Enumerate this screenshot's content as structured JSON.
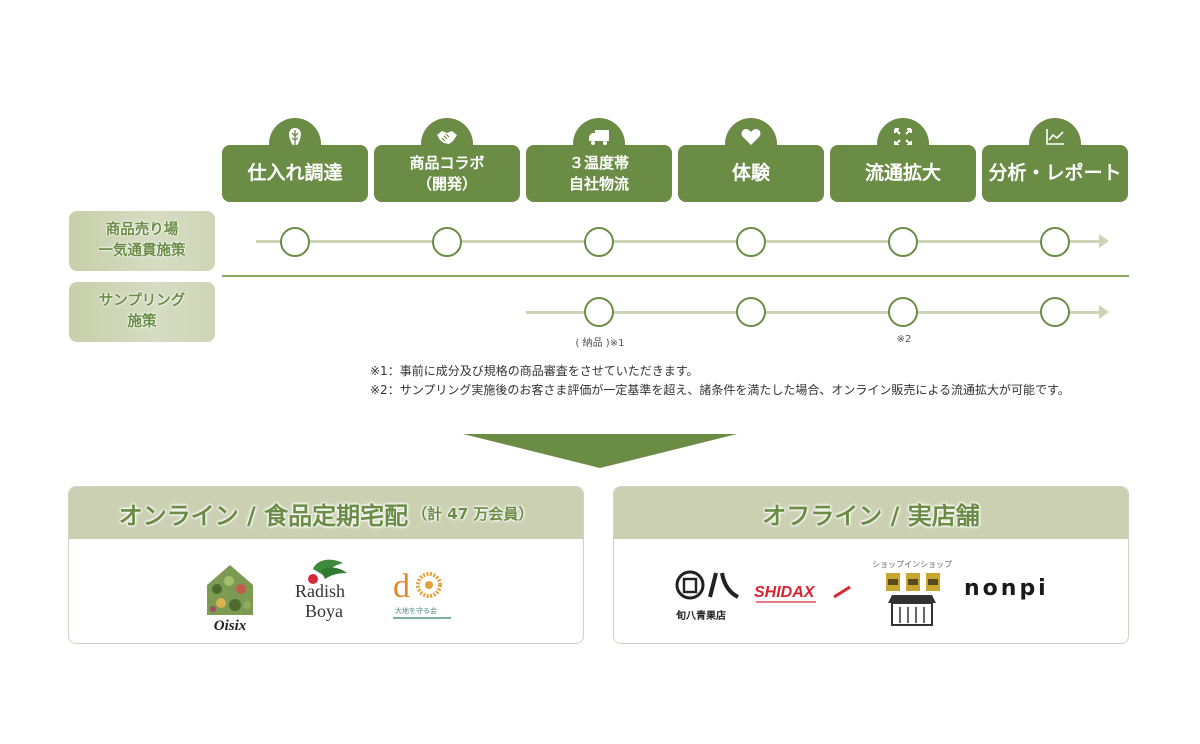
{
  "steps": [
    {
      "label": "仕入れ調達",
      "icon": "vegetable-icon",
      "size": "big"
    },
    {
      "label": "商品コラボ\n（開発）",
      "icon": "handshake-icon",
      "size": "small"
    },
    {
      "label": "３温度帯\n自社物流",
      "icon": "truck-icon",
      "size": "small"
    },
    {
      "label": "体験",
      "icon": "heart-icon",
      "size": "big"
    },
    {
      "label": "流通拡大",
      "icon": "expand-icon",
      "size": "big"
    },
    {
      "label": "分析・レポート",
      "icon": "line-chart-icon",
      "size": "big"
    }
  ],
  "rows": [
    {
      "label": "商品売り場\n一気通貫施策",
      "active_steps": [
        1,
        2,
        3,
        4,
        5,
        6
      ]
    },
    {
      "label": "サンプリング\n施策",
      "active_steps": [
        3,
        4,
        5,
        6
      ]
    }
  ],
  "node_notes": {
    "sampling_step3": "( 納品 )※1",
    "sampling_step5": "※2"
  },
  "footnotes": [
    "※1：事前に成分及び規格の商品審査をさせていただきます。",
    "※2：サンプリング実施後のお客さま評価が一定基準を超え、諸条件を満たした場合、オンライン販売による流通拡大が可能です。"
  ],
  "colors": {
    "accent": "#6a8c45",
    "label_bg": "#ccd0b3",
    "track": "#cdd3b5"
  },
  "channels": {
    "online": {
      "title": "オンライン / 食品定期宅配",
      "subtitle": "（計 47 万会員）",
      "logos": [
        "Oisix",
        "Radish Boya",
        "do 大地を守る会"
      ]
    },
    "offline": {
      "title": "オフライン / 実店舗",
      "logos": [
        "旬八青果店",
        "SHIDAX",
        "ショップインショップ",
        "NONPI"
      ],
      "shop_in_shop_label": "ショップインショップ",
      "shunpachi_label": "旬八青果店",
      "nonpi_label": "nonpi",
      "shidax_label": "SHIDAX"
    }
  }
}
